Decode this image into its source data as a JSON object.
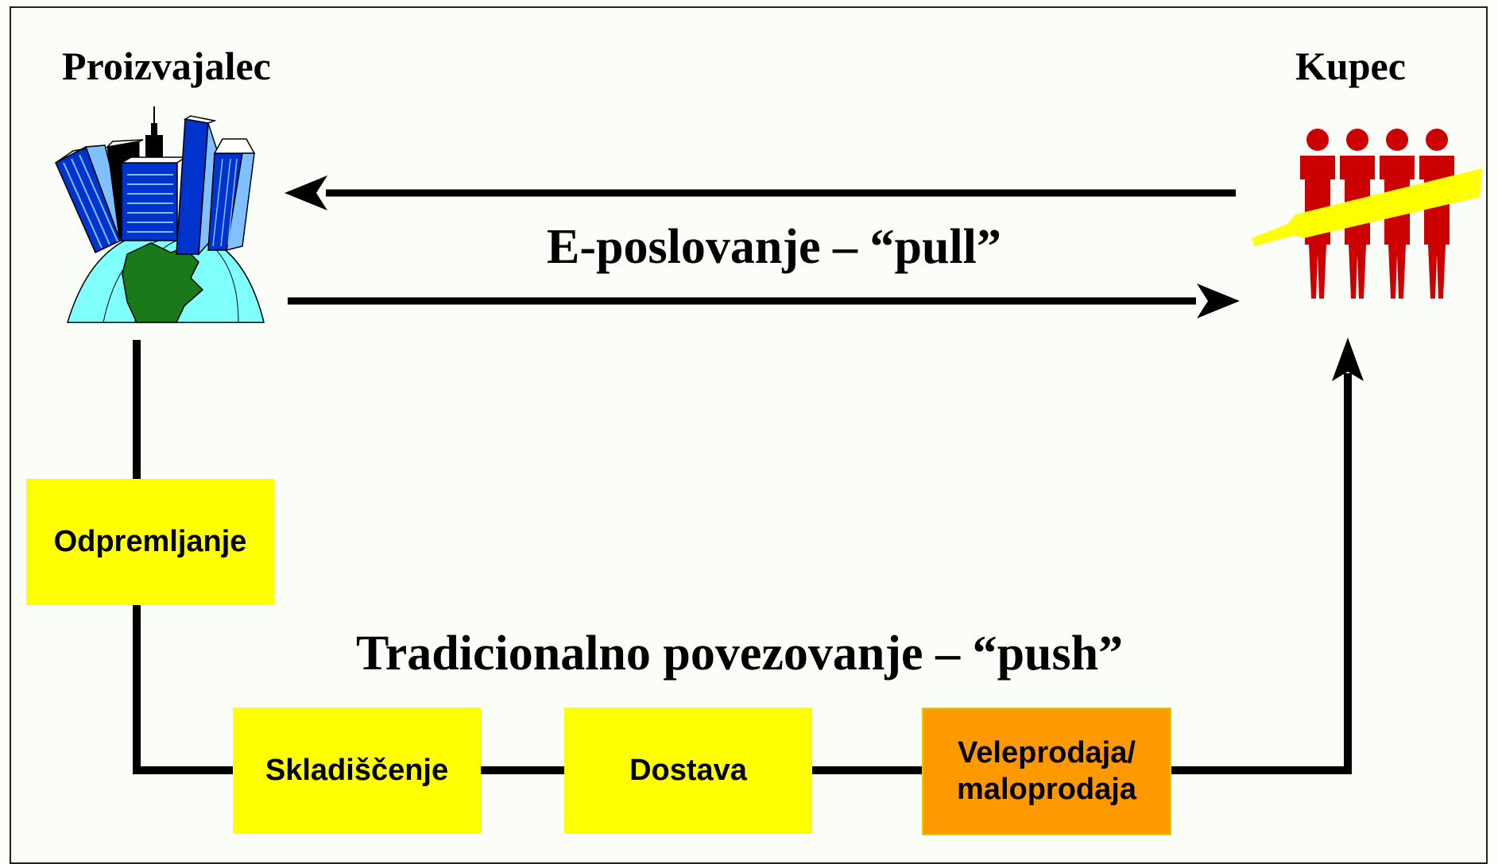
{
  "producer": {
    "label": "Proizvajalec",
    "icon": "city-globe-icon"
  },
  "customer": {
    "label": "Kupec",
    "icon": "people-group-icon"
  },
  "ebusiness": {
    "label": "E-poslovanje – “pull”"
  },
  "traditional": {
    "label": "Tradicionalno povezovanje – “push”"
  },
  "chain": {
    "dispatch": "Odpremljanje",
    "warehousing": "Skladiščenje",
    "delivery": "Dostava",
    "retail": "Veleprodaja/\nmaloprodaja"
  },
  "colors": {
    "box_yellow": "#ffff00",
    "box_orange": "#ff9900",
    "people_red": "#cc0000",
    "building_blue": "#0033cc",
    "globe_cyan": "#80ffff",
    "continent_green": "#1a7a1a"
  }
}
